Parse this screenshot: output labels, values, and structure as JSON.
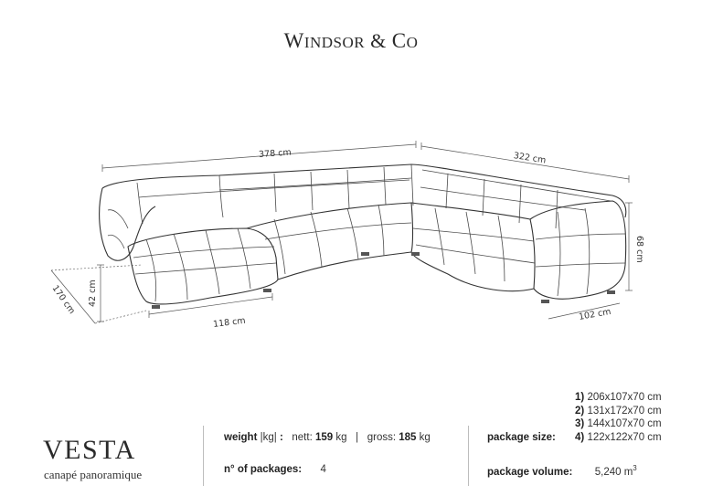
{
  "brand": {
    "w": "W",
    "rest1": "INDSOR",
    "amp": " & ",
    "c": "C",
    "rest2": "O"
  },
  "dimensions": {
    "width_total": "378 cm",
    "depth_total": "322 cm",
    "height": "68 cm",
    "seat_height": "42 cm",
    "chaise_depth": "170 cm",
    "chaise_width": "118 cm",
    "arm_depth": "102 cm"
  },
  "product": {
    "name": "VESTA",
    "subtitle": "canapé panoramique"
  },
  "weight": {
    "label": "weight",
    "unit": "|kg|",
    "colon": ":",
    "nett_label": "nett:",
    "nett_value": "159",
    "nett_unit": "kg",
    "separator": "|",
    "gross_label": "gross:",
    "gross_value": "185",
    "gross_unit": "kg"
  },
  "packages": {
    "label": "n° of packages:",
    "value": "4"
  },
  "package_size": {
    "label": "package size:",
    "items": [
      {
        "n": "1)",
        "size": "206x107x70 cm"
      },
      {
        "n": "2)",
        "size": "131x172x70 cm"
      },
      {
        "n": "3)",
        "size": "144x107x70 cm"
      },
      {
        "n": "4)",
        "size": "122x122x70 cm"
      }
    ]
  },
  "package_volume": {
    "label": "package volume:",
    "value": "5,240 m",
    "sup": "3"
  }
}
